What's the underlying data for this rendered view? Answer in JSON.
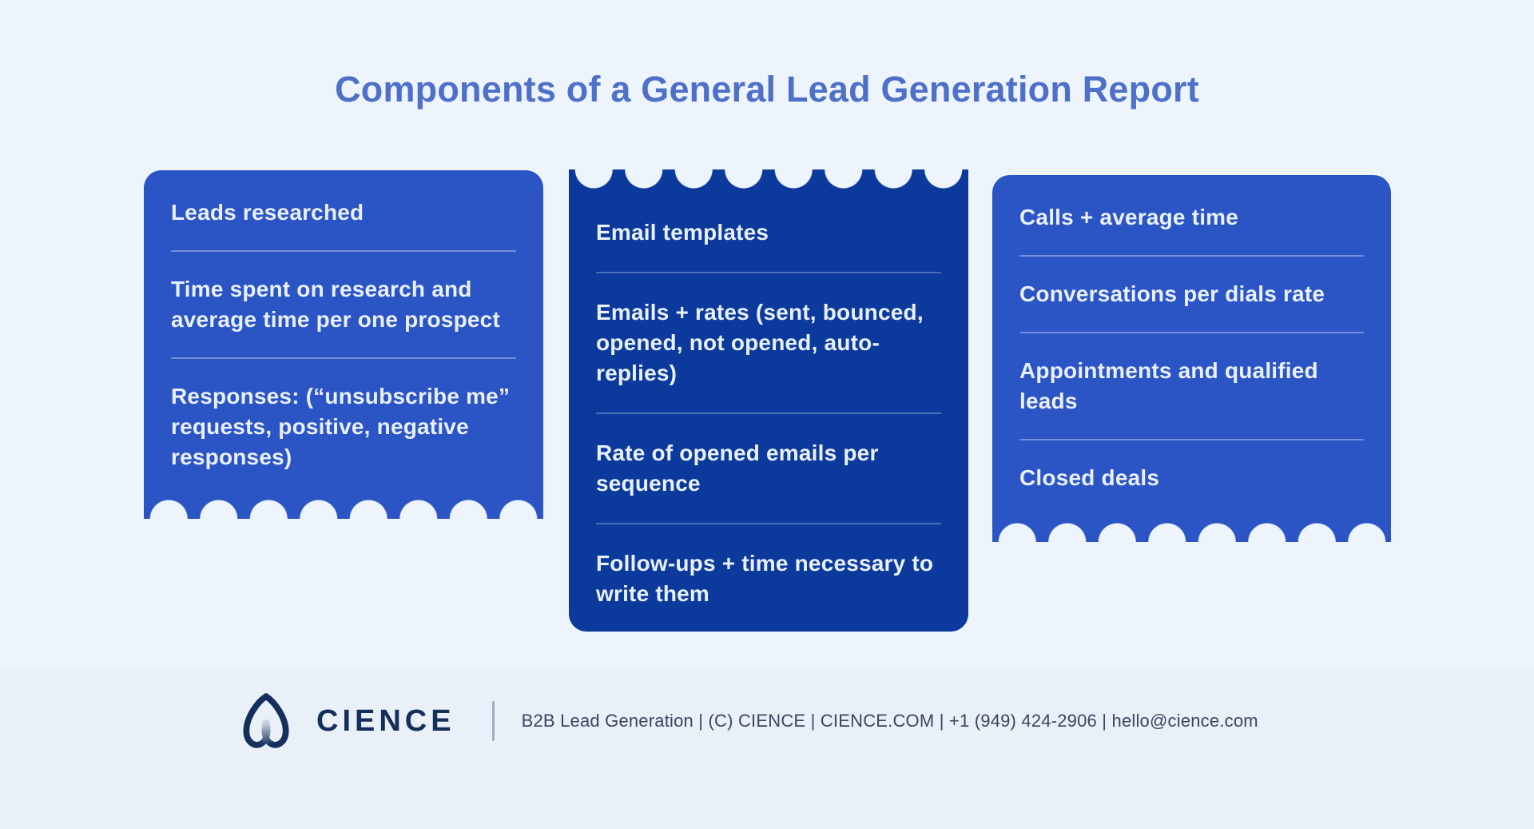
{
  "title": "Components of a General Lead Generation Report",
  "cards": [
    {
      "name": "research-metrics",
      "items": [
        "Leads researched",
        "Time spent on research and average time per one prospect",
        "Responses: (“unsubscribe me” requests, positive, negative responses)"
      ]
    },
    {
      "name": "email-metrics",
      "items": [
        "Email templates",
        "Emails + rates (sent, bounced, opened, not opened, auto-replies)",
        "Rate of opened emails per sequence",
        "Follow-ups + time necessary to write them"
      ]
    },
    {
      "name": "call-metrics",
      "items": [
        "Calls + average time",
        "Conversations per dials rate",
        "Appointments and qualified leads",
        "Closed deals"
      ]
    }
  ],
  "footer": {
    "brand": "CIENCE",
    "logo_icon": "cience-arch-logo",
    "info": "B2B Lead Generation | (C) CIENCE | CIENCE.COM | +1 (949) 424-2906 | hello@cience.com"
  },
  "colors": {
    "background": "#EDF4FC",
    "footer_band": "#E9F0F8",
    "title": "#4E70C8",
    "card_primary": "#2B54C5",
    "card_dark": "#0B3A9C",
    "card_text": "#E8F0FB",
    "divider": "rgba(255,255,255,0.35)",
    "brand_navy": "#152F5C",
    "footer_text": "#3A4660"
  }
}
